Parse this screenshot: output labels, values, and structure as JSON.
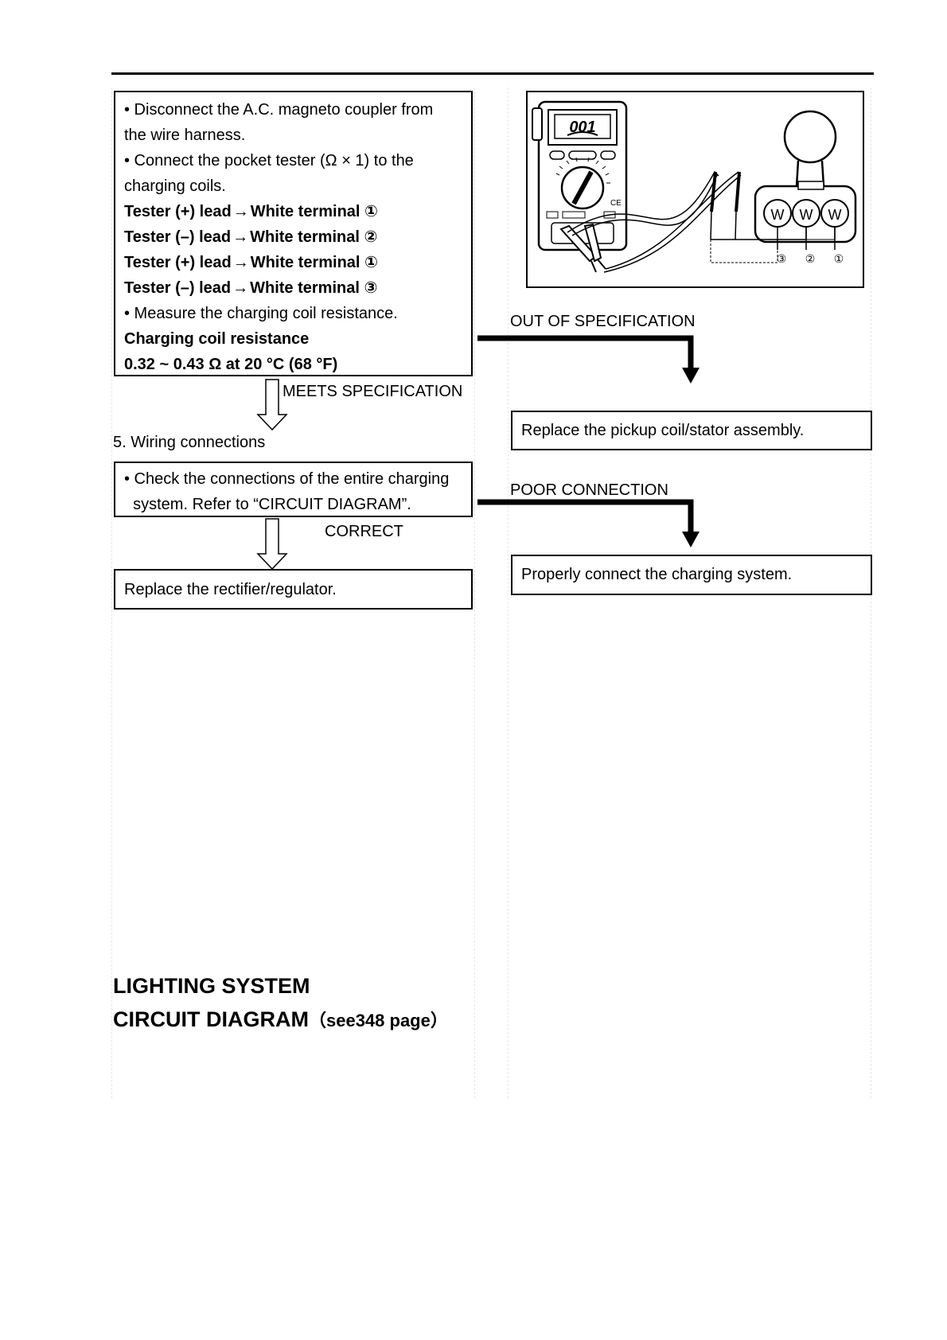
{
  "step1": {
    "lines": [
      "• Disconnect the A.C. magneto coupler from",
      "the wire harness.",
      "• Connect the pocket tester (Ω × 1) to the",
      "charging coils."
    ],
    "tester_rows": [
      {
        "lead": "Tester (+) lead",
        "arrow": "→",
        "terminal": "White terminal ①"
      },
      {
        "lead": "Tester (–) lead",
        "arrow": "→",
        "terminal": "White terminal ②"
      },
      {
        "lead": "Tester (+) lead",
        "arrow": "→",
        "terminal": "White terminal ①"
      },
      {
        "lead": "Tester (–) lead",
        "arrow": "→",
        "terminal": "White terminal ③"
      }
    ],
    "measure": "• Measure the charging coil resistance.",
    "spec_title": "Charging coil resistance",
    "spec_value": "0.32 ~ 0.43 Ω at 20 °C (68 °F)"
  },
  "figure": {
    "display": "001",
    "brand": "CE",
    "connector_letter": "W",
    "terminal_labels": [
      "③",
      "②",
      "①"
    ]
  },
  "out_of_spec": {
    "label": "OUT OF SPECIFICATION",
    "action": "Replace the pickup coil/stator assembly."
  },
  "meets_spec": "MEETS SPECIFICATION",
  "step5": {
    "title": "5. Wiring connections",
    "lines": [
      "• Check the connections of the entire charging",
      "  system. Refer to “CIRCUIT DIAGRAM”."
    ],
    "correct_label": "CORRECT",
    "correct_action": "Replace the rectifier/regulator."
  },
  "poor_connection": {
    "label": "POOR CONNECTION",
    "action": "Properly connect the charging system."
  },
  "section": {
    "title": "LIGHTING SYSTEM",
    "subtitle": "CIRCUIT DIAGRAM",
    "subtitle_note": "（see348 page）"
  }
}
